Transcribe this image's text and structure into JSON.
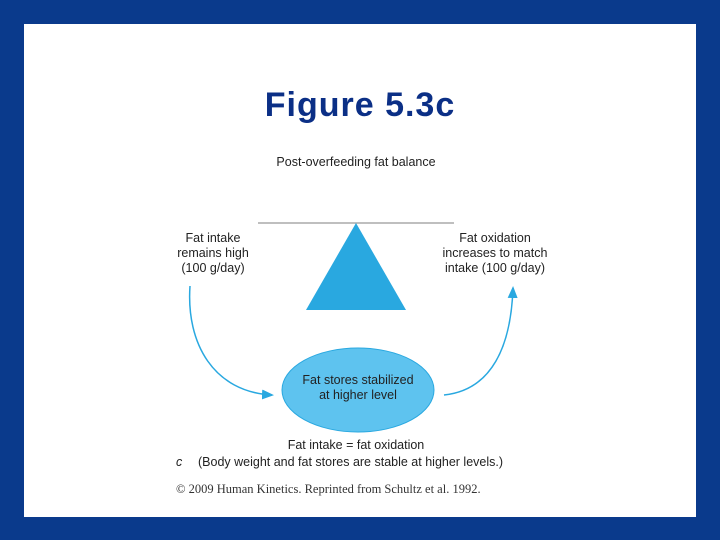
{
  "slide": {
    "title": "Figure 5.3c"
  },
  "diagram": {
    "heading": "Post-overfeeding fat balance",
    "left_label": [
      "Fat intake",
      "remains high",
      "(100 g/day)"
    ],
    "right_label": [
      "Fat oxidation",
      "increases to match",
      "intake (100 g/day)"
    ],
    "center_label": [
      "Fat stores stabilized",
      "at higher level"
    ],
    "equation": "Fat intake = fat oxidation",
    "panel_letter": "c",
    "caption": "(Body weight and fat stores are stable at higher levels.)",
    "accent_color": "#29a8e0",
    "ellipse_color": "#5ec3ef"
  },
  "footer": {
    "copyright": "© 2009 Human Kinetics. Reprinted from Schultz et al. 1992."
  }
}
